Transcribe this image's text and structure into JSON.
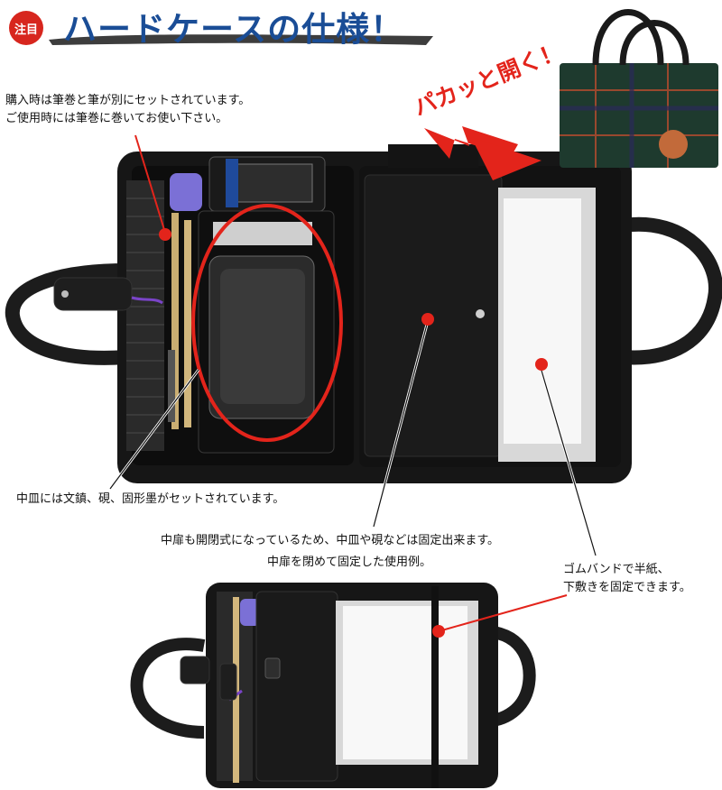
{
  "header": {
    "badge": "注目",
    "title": "ハードケースの仕様！"
  },
  "notice": "パカッと開く！",
  "captions": {
    "brush_roll_line1": "購入時は筆巻と筆が別にセットされています。",
    "brush_roll_line2": "ご使用時には筆巻に巻いてお使い下さい。",
    "tray": "中皿には文鎮、硯、固形墨がセットされています。",
    "inner_door": "中扉も開閉式になっているため、中皿や硯などは固定出来ます。",
    "closed_example": "中扉を閉めて固定した使用例。",
    "band_line1": "ゴムバンドで半紙、",
    "band_line2": "下敷きを固定できます。"
  },
  "colors": {
    "accent_red": "#e3241b",
    "title_blue": "#1a4d96",
    "case_black": "#151515"
  }
}
